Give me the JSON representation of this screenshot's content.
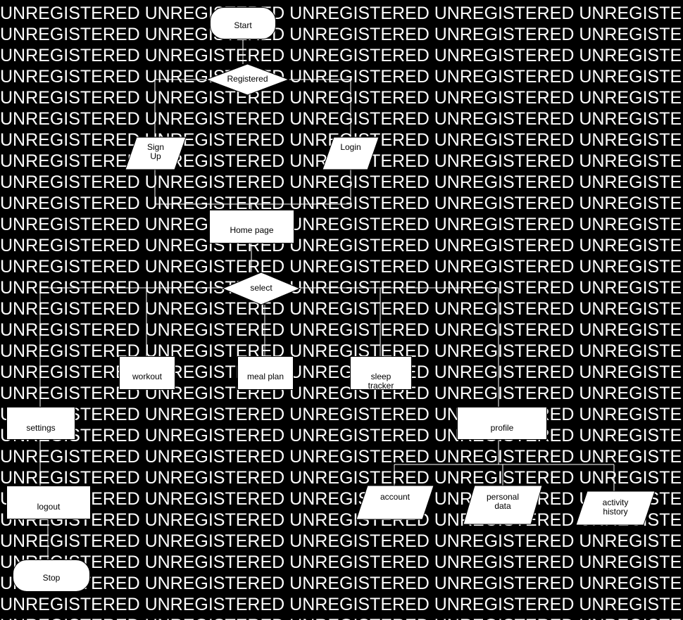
{
  "watermark": {
    "text": "UNREGISTERED",
    "color": "#ffffff"
  },
  "colors": {
    "background": "#000000",
    "node_fill": "#ffffff",
    "node_text": "#000000",
    "connector": "#ffffff"
  },
  "nodes": {
    "start": {
      "label": "Start",
      "shape": "terminal"
    },
    "registered": {
      "label": "Registered",
      "shape": "decision"
    },
    "sign_up": {
      "label": "Sign\nUp",
      "shape": "data"
    },
    "login": {
      "label": "Login",
      "shape": "data"
    },
    "home_page": {
      "label": "Home page",
      "shape": "process"
    },
    "select": {
      "label": "select",
      "shape": "decision"
    },
    "workout": {
      "label": "workout",
      "shape": "process"
    },
    "meal_plan": {
      "label": "meal plan",
      "shape": "process"
    },
    "sleep_tracker": {
      "label": "sleep\ntracker",
      "shape": "process"
    },
    "settings": {
      "label": "settings",
      "shape": "process"
    },
    "profile": {
      "label": "profile",
      "shape": "process"
    },
    "logout": {
      "label": "logout",
      "shape": "process"
    },
    "account": {
      "label": "account",
      "shape": "data"
    },
    "personal_data": {
      "label": "personal\ndata",
      "shape": "data"
    },
    "activity_history": {
      "label": "activity\nhistory",
      "shape": "data"
    },
    "stop": {
      "label": "Stop",
      "shape": "terminal"
    }
  }
}
